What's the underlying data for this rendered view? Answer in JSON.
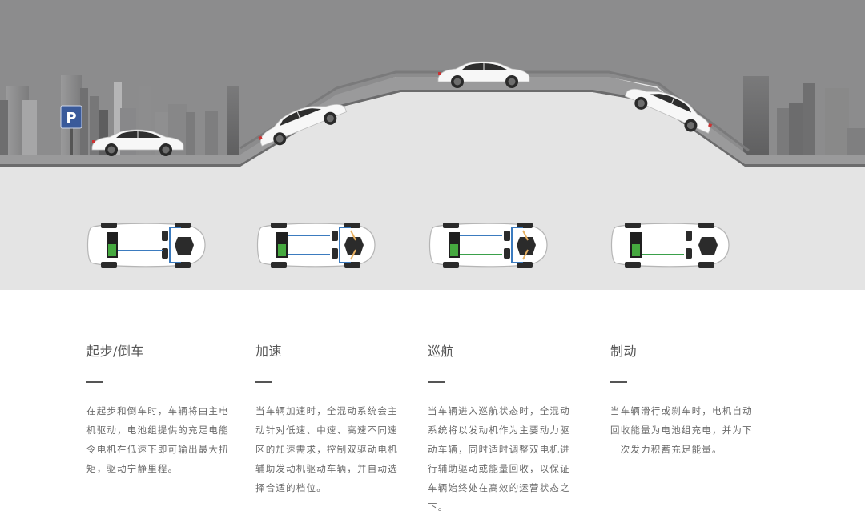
{
  "hero": {
    "background_color": "#e4e4e4",
    "sky_color": "#8c8c8d",
    "parking_sign": {
      "label": "P",
      "color": "#3a5a9a"
    },
    "stages": [
      {
        "id": "start-reverse",
        "car_position": "flat-left"
      },
      {
        "id": "accelerate",
        "car_position": "ramp-up"
      },
      {
        "id": "cruise",
        "car_position": "plateau"
      },
      {
        "id": "brake",
        "car_position": "ramp-down"
      }
    ]
  },
  "diagrams": [
    {
      "mode": "start-reverse",
      "flows": [
        "battery-to-motor",
        "motor-to-front-axle"
      ],
      "flow_colors": [
        "#3b7bbf"
      ]
    },
    {
      "mode": "accelerate",
      "flows": [
        "battery-to-motor-1",
        "battery-to-motor-2",
        "engine-to-front-axle"
      ],
      "flow_colors": [
        "#3b7bbf",
        "#e8b060"
      ]
    },
    {
      "mode": "cruise",
      "flows": [
        "engine-to-front-axle",
        "motor-to-battery-charge"
      ],
      "flow_colors": [
        "#3b7bbf",
        "#3aa04a",
        "#e8b060"
      ]
    },
    {
      "mode": "brake",
      "flows": [
        "motor-to-battery-charge"
      ],
      "flow_colors": [
        "#3aa04a"
      ]
    }
  ],
  "modes": [
    {
      "title": "起步/倒车",
      "description": "在起步和倒车时，车辆将由主电机驱动，电池组提供的充足电能令电机在低速下即可输出最大扭矩，驱动宁静里程。"
    },
    {
      "title": "加速",
      "description": "当车辆加速时，全混动系统会主动针对低速、中速、高速不同速区的加速需求，控制双驱动电机辅助发动机驱动车辆，并自动选择合适的档位。"
    },
    {
      "title": "巡航",
      "description": "当车辆进入巡航状态时，全混动系统将以发动机作为主要动力驱动车辆，同时适时调整双电机进行辅助驱动或能量回收，以保证车辆始终处在高效的运营状态之下。"
    },
    {
      "title": "制动",
      "description": "当车辆滑行或刹车时，电机自动回收能量为电池组充电，并为下一次发力积蓄充足能量。"
    }
  ]
}
